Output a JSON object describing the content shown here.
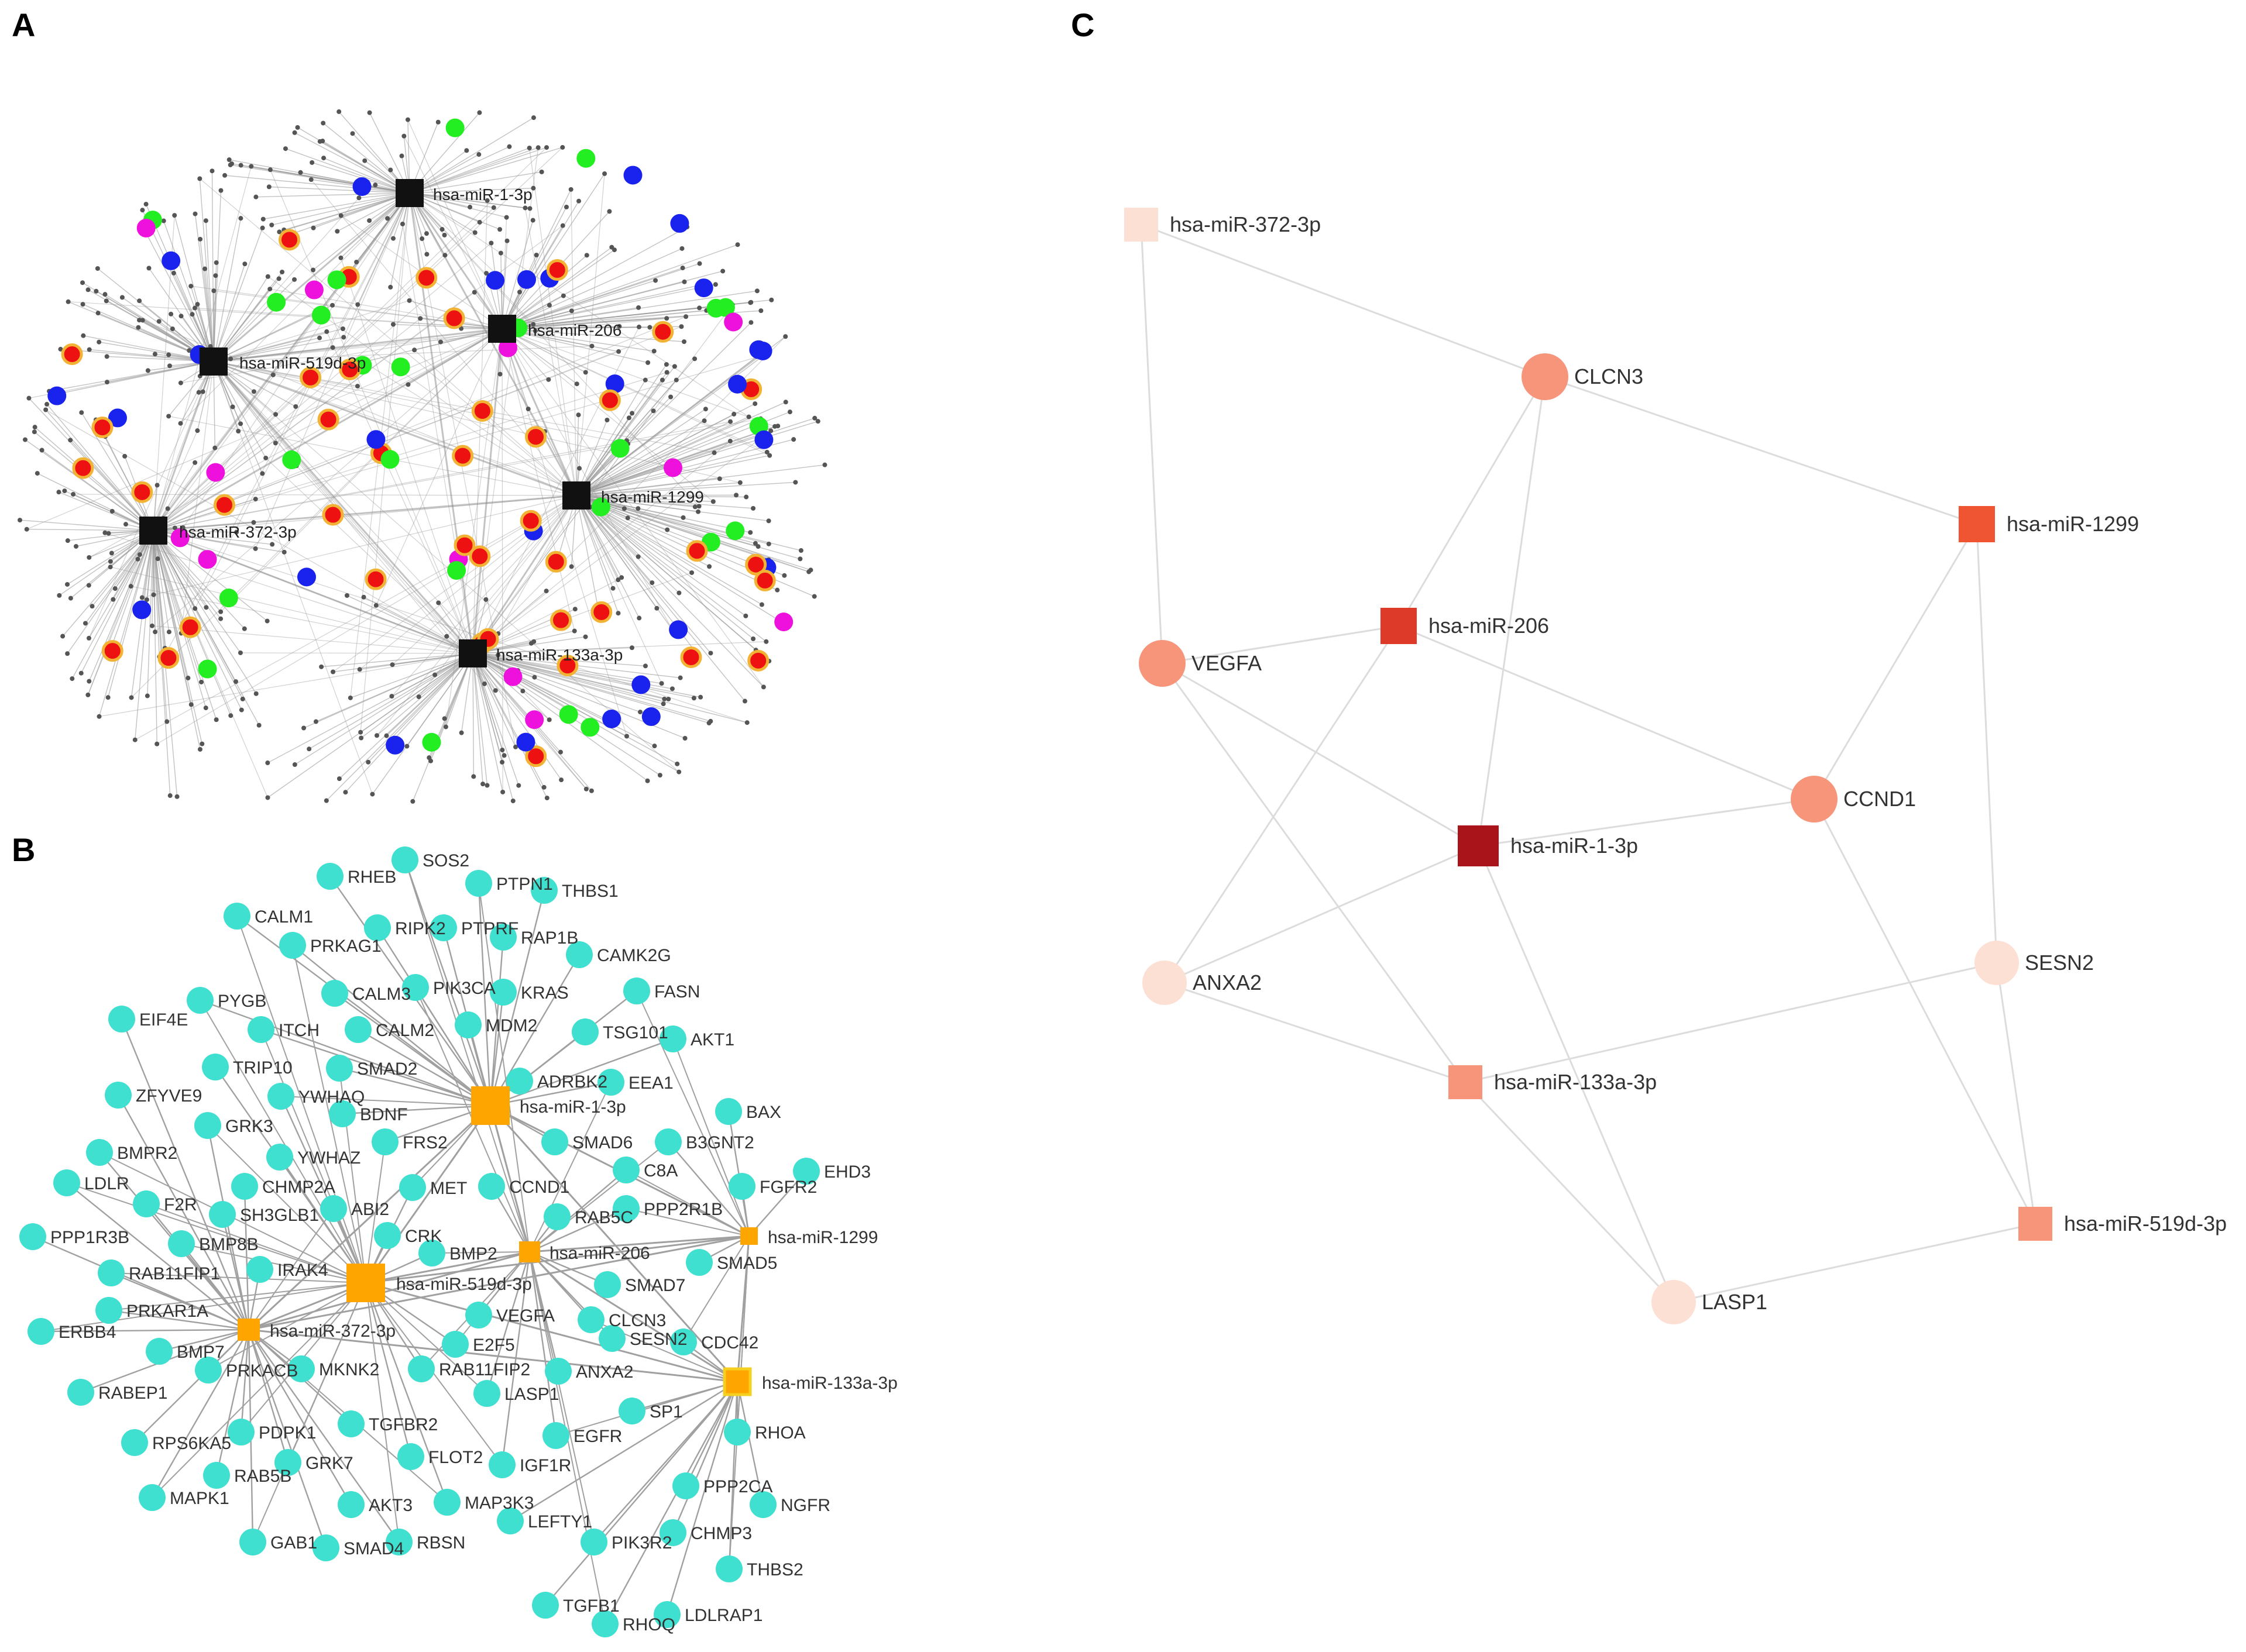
{
  "panels": {
    "A": {
      "label": "A"
    },
    "B": {
      "label": "B"
    },
    "C": {
      "label": "C"
    }
  },
  "panelA": {
    "hubs": [
      {
        "id": "hsa-miR-1-3p",
        "label": "hsa-miR-1-3p"
      },
      {
        "id": "hsa-miR-206",
        "label": "hsa-miR-206"
      },
      {
        "id": "hsa-miR-519d-3p",
        "label": "hsa-miR-519d-3p"
      },
      {
        "id": "hsa-miR-1299",
        "label": "hsa-miR-1299"
      },
      {
        "id": "hsa-miR-372-3p",
        "label": "hsa-miR-372-3p"
      },
      {
        "id": "hsa-miR-133a-3p",
        "label": "hsa-miR-133a-3p"
      }
    ],
    "colors": {
      "hub": "#111111",
      "red": "#ee1111",
      "blue": "#1a22ee",
      "green": "#22ee22",
      "magenta": "#ee11dd",
      "ring": "#f2b233",
      "edge": "#9a9a9a",
      "dot": "#555555"
    }
  },
  "panelB": {
    "mirnas": [
      {
        "id": "hsa-miR-1-3p",
        "label": "hsa-miR-1-3p",
        "size": "large"
      },
      {
        "id": "hsa-miR-519d-3p",
        "label": "hsa-miR-519d-3p",
        "size": "large"
      },
      {
        "id": "hsa-miR-206",
        "label": "hsa-miR-206",
        "size": "small"
      },
      {
        "id": "hsa-miR-1299",
        "label": "hsa-miR-1299",
        "size": "small"
      },
      {
        "id": "hsa-miR-372-3p",
        "label": "hsa-miR-372-3p",
        "size": "small"
      },
      {
        "id": "hsa-miR-133a-3p",
        "label": "hsa-miR-133a-3p",
        "size": "small"
      }
    ],
    "genes": [
      "SOS2",
      "RHEB",
      "PTPN1",
      "THBS1",
      "CALM1",
      "RIPK2",
      "PTPRF",
      "RAP1B",
      "PRKAG1",
      "CAMK2G",
      "PYGB",
      "CALM3",
      "PIK3CA",
      "KRAS",
      "FASN",
      "EIF4E",
      "ITCH",
      "CALM2",
      "MDM2",
      "TSG101",
      "AKT1",
      "TRIP10",
      "SMAD2",
      "ADRBK2",
      "EEA1",
      "ZFYVE9",
      "YWHAQ",
      "BAX",
      "GRK3",
      "BDNF",
      "BMPR2",
      "YWHAZ",
      "FRS2",
      "SMAD6",
      "B3GNT2",
      "EHD3",
      "LDLR",
      "CHMP2A",
      "MET",
      "CCND1",
      "C8A",
      "FGFR2",
      "F2R",
      "SH3GLB1",
      "ABI2",
      "RAB5C",
      "PPP2R1B",
      "PPP1R3B",
      "BMP8B",
      "CRK",
      "RAB11FIP1",
      "IRAK4",
      "BMP2",
      "SMAD5",
      "PRKAR1A",
      "SMAD7",
      "ERBB4",
      "VEGFA",
      "CLCN3",
      "BMP7",
      "E2F5",
      "SESN2",
      "CDC42",
      "RABEP1",
      "PRKACB",
      "MKNK2",
      "RAB11FIP2",
      "ANXA2",
      "LASP1",
      "SP1",
      "RHOA",
      "RPS6KA5",
      "PDPK1",
      "TGFBR2",
      "EGFR",
      "RAB5B",
      "GRK7",
      "FLOT2",
      "IGF1R",
      "PPP2CA",
      "MAPK1",
      "AKT3",
      "MAP3K3",
      "NGFR",
      "GAB1",
      "SMAD4",
      "RBSN",
      "LEFTY1",
      "PIK3R2",
      "CHMP3",
      "THBS2",
      "TGFB1",
      "RHOQ",
      "LDLRAP1"
    ],
    "colors": {
      "gene": "#40e0d0",
      "mirna": "#ffa500",
      "edge": "#a0a0a0"
    }
  },
  "panelC": {
    "nodes": [
      {
        "id": "hsa-miR-372-3p",
        "label": "hsa-miR-372-3p",
        "shape": "square",
        "color": "#fde0d4"
      },
      {
        "id": "CLCN3",
        "label": "CLCN3",
        "shape": "circle",
        "color": "#f7957a"
      },
      {
        "id": "hsa-miR-1299",
        "label": "hsa-miR-1299",
        "shape": "square",
        "color": "#ef5533"
      },
      {
        "id": "hsa-miR-206",
        "label": "hsa-miR-206",
        "shape": "square",
        "color": "#de3a2a"
      },
      {
        "id": "VEGFA",
        "label": "VEGFA",
        "shape": "circle",
        "color": "#f7957a"
      },
      {
        "id": "CCND1",
        "label": "CCND1",
        "shape": "circle",
        "color": "#f7957a"
      },
      {
        "id": "hsa-miR-1-3p",
        "label": "hsa-miR-1-3p",
        "shape": "square",
        "color": "#a9141b"
      },
      {
        "id": "ANXA2",
        "label": "ANXA2",
        "shape": "circle",
        "color": "#fde0d4"
      },
      {
        "id": "SESN2",
        "label": "SESN2",
        "shape": "circle",
        "color": "#fde0d4"
      },
      {
        "id": "hsa-miR-133a-3p",
        "label": "hsa-miR-133a-3p",
        "shape": "square",
        "color": "#f7957a"
      },
      {
        "id": "hsa-miR-519d-3p",
        "label": "hsa-miR-519d-3p",
        "shape": "square",
        "color": "#f7957a"
      },
      {
        "id": "LASP1",
        "label": "LASP1",
        "shape": "circle",
        "color": "#fde0d4"
      }
    ],
    "edges": [
      [
        "hsa-miR-372-3p",
        "CLCN3"
      ],
      [
        "hsa-miR-372-3p",
        "VEGFA"
      ],
      [
        "CLCN3",
        "hsa-miR-1299"
      ],
      [
        "CLCN3",
        "hsa-miR-206"
      ],
      [
        "CLCN3",
        "hsa-miR-1-3p"
      ],
      [
        "hsa-miR-206",
        "VEGFA"
      ],
      [
        "hsa-miR-206",
        "CCND1"
      ],
      [
        "hsa-miR-206",
        "ANXA2"
      ],
      [
        "hsa-miR-1299",
        "CCND1"
      ],
      [
        "hsa-miR-1299",
        "SESN2"
      ],
      [
        "VEGFA",
        "hsa-miR-1-3p"
      ],
      [
        "VEGFA",
        "hsa-miR-133a-3p"
      ],
      [
        "hsa-miR-1-3p",
        "CCND1"
      ],
      [
        "hsa-miR-1-3p",
        "ANXA2"
      ],
      [
        "hsa-miR-1-3p",
        "LASP1"
      ],
      [
        "ANXA2",
        "hsa-miR-133a-3p"
      ],
      [
        "hsa-miR-133a-3p",
        "SESN2"
      ],
      [
        "hsa-miR-133a-3p",
        "LASP1"
      ],
      [
        "CCND1",
        "hsa-miR-519d-3p"
      ],
      [
        "SESN2",
        "hsa-miR-519d-3p"
      ],
      [
        "hsa-miR-519d-3p",
        "LASP1"
      ]
    ],
    "edge_color": "#dcdcdc"
  }
}
